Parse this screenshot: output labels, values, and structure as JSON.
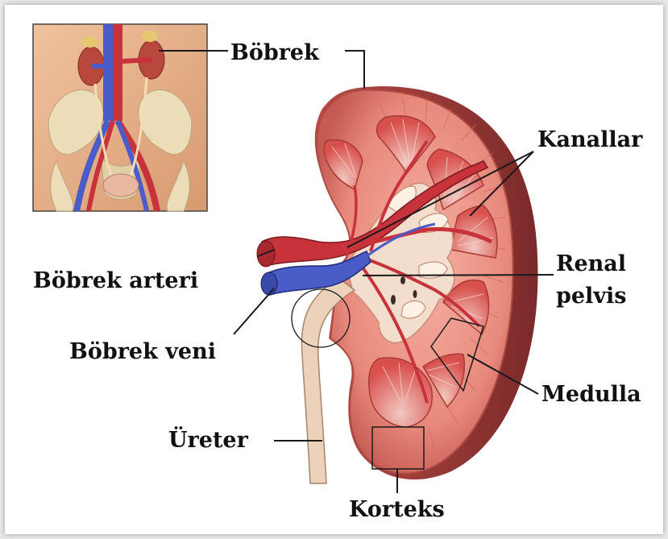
{
  "labels": {
    "bobrek": "Böbrek",
    "kanallar": "Kanallar",
    "bobrek_arteri": "Böbrek arteri",
    "renal": "Renal",
    "pelvis": "pelvis",
    "bobrek_veni": "Böbrek veni",
    "medulla": "Medulla",
    "ureter": "Üreter",
    "korteks": "Korteks"
  },
  "colors": {
    "artery": "#c8323a",
    "vein": "#4a5cc8",
    "cortex": "#e9867a",
    "medulla": "#d9534f",
    "pelvis": "#f3d9c8",
    "ureter": "#ecd2bb",
    "skin": "#e9b48c",
    "bone": "#ede0c0"
  }
}
